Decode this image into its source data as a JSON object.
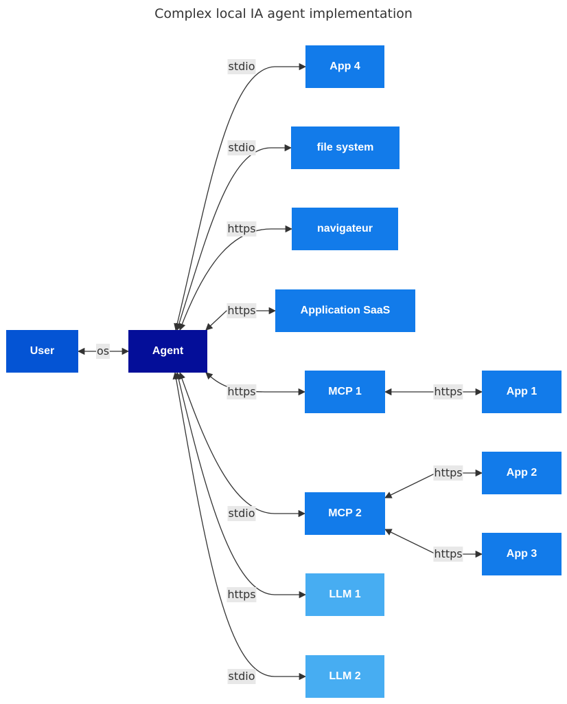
{
  "title": "Complex local IA agent implementation",
  "colors": {
    "agent": "#040e99",
    "user": "#0454d4",
    "primary": "#127bea",
    "llm": "#47adf2",
    "edge": "#333333",
    "label_bg": "#e8e8e8"
  },
  "nodes": {
    "user": "User",
    "agent": "Agent",
    "app4": "App 4",
    "filesystem": "file system",
    "navigateur": "navigateur",
    "saas": "Application SaaS",
    "mcp1": "MCP 1",
    "app1": "App 1",
    "app2": "App 2",
    "mcp2": "MCP 2",
    "app3": "App 3",
    "llm1": "LLM 1",
    "llm2": "LLM 2"
  },
  "edges": {
    "user_agent": "os",
    "agent_app4": "stdio",
    "agent_filesystem": "stdio",
    "agent_navigateur": "https",
    "agent_saas": "https",
    "agent_mcp1": "https",
    "mcp1_app1": "https",
    "mcp2_app2": "https",
    "agent_mcp2": "stdio",
    "mcp2_app3": "https",
    "agent_llm1": "https",
    "agent_llm2": "stdio"
  }
}
